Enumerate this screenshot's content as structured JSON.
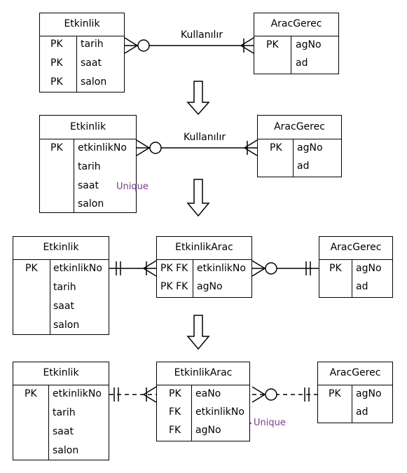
{
  "diagrams": [
    {
      "entities": [
        {
          "title": "Etkinlik",
          "rows": [
            {
              "key": "PK",
              "field": "tarih"
            },
            {
              "key": "PK",
              "field": "saat"
            },
            {
              "key": "PK",
              "field": "salon"
            }
          ]
        },
        {
          "title": "AracGerec",
          "rows": [
            {
              "key": "PK",
              "field": "agNo"
            },
            {
              "key": "",
              "field": "ad"
            }
          ]
        }
      ],
      "relation_label": "Kullanılır"
    },
    {
      "entities": [
        {
          "title": "Etkinlik",
          "rows": [
            {
              "key": "PK",
              "field": "etkinlikNo"
            },
            {
              "key": "",
              "field": "tarih"
            },
            {
              "key": "",
              "field": "saat"
            },
            {
              "key": "",
              "field": "salon"
            }
          ]
        },
        {
          "title": "AracGerec",
          "rows": [
            {
              "key": "PK",
              "field": "agNo"
            },
            {
              "key": "",
              "field": "ad"
            }
          ]
        }
      ],
      "relation_label": "Kullanılır",
      "unique_label": "Unique"
    },
    {
      "entities": [
        {
          "title": "Etkinlik",
          "rows": [
            {
              "key": "PK",
              "field": "etkinlikNo"
            },
            {
              "key": "",
              "field": "tarih"
            },
            {
              "key": "",
              "field": "saat"
            },
            {
              "key": "",
              "field": "salon"
            }
          ]
        },
        {
          "title": "EtkinlikArac",
          "rows": [
            {
              "key": "PK FK",
              "field": "etkinlikNo"
            },
            {
              "key": "PK FK",
              "field": "agNo"
            }
          ]
        },
        {
          "title": "AracGerec",
          "rows": [
            {
              "key": "PK",
              "field": "agNo"
            },
            {
              "key": "",
              "field": "ad"
            }
          ]
        }
      ]
    },
    {
      "entities": [
        {
          "title": "Etkinlik",
          "rows": [
            {
              "key": "PK",
              "field": "etkinlikNo"
            },
            {
              "key": "",
              "field": "tarih"
            },
            {
              "key": "",
              "field": "saat"
            },
            {
              "key": "",
              "field": "salon"
            }
          ]
        },
        {
          "title": "EtkinlikArac",
          "rows": [
            {
              "key": "PK",
              "field": "eaNo"
            },
            {
              "key": "FK",
              "field": "etkinlikNo"
            },
            {
              "key": "FK",
              "field": "agNo"
            }
          ]
        },
        {
          "title": "AracGerec",
          "rows": [
            {
              "key": "PK",
              "field": "agNo"
            },
            {
              "key": "",
              "field": "ad"
            }
          ]
        }
      ],
      "unique_label": "Unique"
    }
  ],
  "colors": {
    "line": "#000000",
    "unique": "#7a3b8c"
  }
}
